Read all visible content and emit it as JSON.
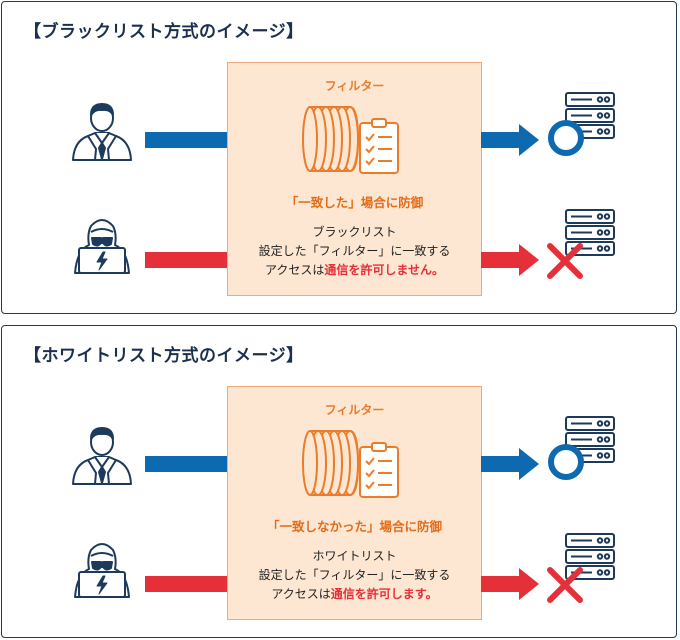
{
  "colors": {
    "panel_border": "#1d3a5c",
    "title": "#1c2f4e",
    "allowed_arrow": "#0e6ab0",
    "blocked_arrow": "#e5303a",
    "filter_bg": "#fde7d3",
    "filter_border": "#efa97a",
    "filter_accent": "#ea7d2b",
    "icon_navy": "#1d3a5c"
  },
  "panels": [
    {
      "title": "【ブラックリスト方式のイメージ】",
      "filter_label": "フィルター",
      "condition": "「一致した」場合に防御",
      "desc_line1": "ブラックリスト",
      "desc_line2": "設定した「フィルター」に一致する",
      "desc_line3_prefix": "アクセスは",
      "desc_line3_highlight": "通信を許可しません。",
      "normal_user_icon": "businessman-icon",
      "attacker_icon": "hacker-icon",
      "server_icon": "server-icon",
      "allowed_icon": "circle-ok-icon",
      "denied_icon": "cross-x-icon"
    },
    {
      "title": "【ホワイトリスト方式のイメージ】",
      "filter_label": "フィルター",
      "condition": "「一致しなかった」場合に防御",
      "desc_line1": "ホワイトリスト",
      "desc_line2": "設定した「フィルター」に一致する",
      "desc_line3_prefix": "アクセスは",
      "desc_line3_highlight": "通信を許可します。",
      "normal_user_icon": "businessman-icon",
      "attacker_icon": "hacker-icon",
      "server_icon": "server-icon",
      "allowed_icon": "circle-ok-icon",
      "denied_icon": "cross-x-icon"
    }
  ]
}
